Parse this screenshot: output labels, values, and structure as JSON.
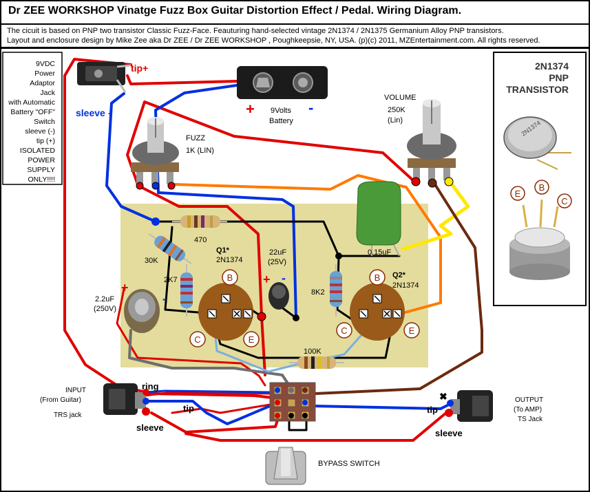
{
  "title": "Dr ZEE WORKSHOP  Vinatge  Fuzz Box Guitar Distortion Effect / Pedal. Wiring Diagram.",
  "description": {
    "line1": "The cicuit is based on PNP two transistor Classic Fuzz-Face. Feauturing hand-selected vintage 2N1374 / 2N1375 Germanium Alloy PNP transistors.",
    "line2": "Layout and enclosure design by Mike Zee aka Dr ZEE / Dr ZEE WORKSHOP , Poughkeepsie, NY, USA. (p)(c) 2011, MZEntertainment.com. All rights reserved."
  },
  "power_jack": {
    "lines": [
      "9VDC",
      "Power",
      "Adaptor",
      "Jack",
      "with Automatic",
      "Battery \"OFF\"",
      "Switch",
      "sleeve (-)",
      "tip (+)",
      "ISOLATED",
      "POWER",
      "SUPPLY",
      "ONLY!!!!"
    ],
    "tip_label": "tip+",
    "sleeve_label": "sleeve"
  },
  "battery": {
    "label_line1": "9Volts",
    "label_line2": "Battery",
    "plus": "+",
    "minus": "-"
  },
  "fuzz_pot": {
    "name": "FUZZ",
    "value": "1K (LIN)"
  },
  "volume_pot": {
    "name": "VOLUME",
    "value": "250K",
    "taper": "(Lin)"
  },
  "transistor_panel": {
    "line1": "2N1374",
    "line2": "PNP",
    "line3": "TRANSISTOR",
    "can_marking": "2N1374",
    "pins": [
      "E",
      "B",
      "C"
    ]
  },
  "components": {
    "r470": "470",
    "r30k": "30K",
    "r2k7": "2K7",
    "r8k2": "8K2",
    "r100k": "100K",
    "c22uf": "22uF",
    "c22uf_v": "(25V)",
    "c22_plus": "+",
    "c22_minus": "-",
    "c2u2": "2.2uF",
    "c2u2_v": "(250V)",
    "c2u2_plus": "+",
    "c2u2_minus": "-",
    "c015": "0.15uF",
    "q1_name": "Q1*",
    "q1_type": "2N1374",
    "q2_name": "Q2*",
    "q2_type": "2N1374",
    "pin_b": "B",
    "pin_c": "C",
    "pin_e": "E"
  },
  "input_jack": {
    "line1": "INPUT",
    "line2": "(From Guitar)",
    "line3": "TRS jack",
    "ring": "ring",
    "tip": "tip",
    "sleeve": "sleeve"
  },
  "output_jack": {
    "line1": "OUTPUT",
    "line2": "(To AMP)",
    "line3": "TS Jack",
    "tip": "tip",
    "sleeve": "sleeve",
    "x_mark": "✖"
  },
  "bypass_switch": {
    "label": "BYPASS SWITCH"
  },
  "colors": {
    "red": "#e00000",
    "blue": "#0030e0",
    "black": "#000000",
    "orange": "#ff7a00",
    "yellow": "#ffe800",
    "brown": "#6b2a10",
    "gray": "#6e6e6e",
    "lightblue": "#7aaee0",
    "board": "#e3dc9d"
  }
}
